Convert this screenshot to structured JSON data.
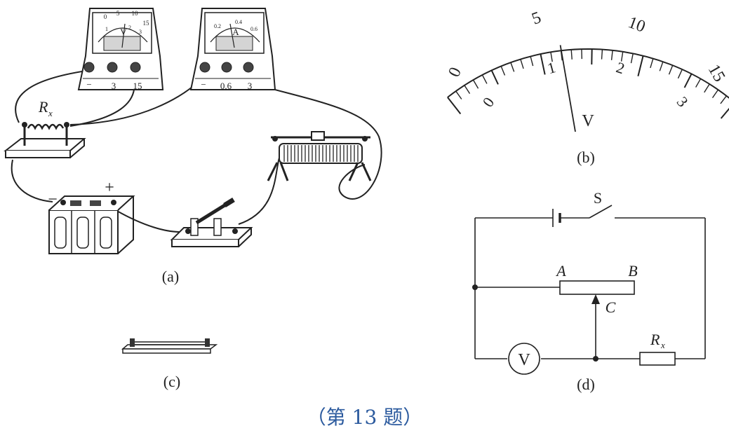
{
  "figure_a": {
    "caption": "(a)",
    "resistor_label": "R",
    "resistor_sub": "x",
    "battery_plus": "+",
    "battery_minus": "−",
    "voltmeter": {
      "unit": "V",
      "scale_top": [
        "0",
        "5",
        "10",
        "15"
      ],
      "scale_bottom": [
        "1",
        "2",
        "3"
      ],
      "terminals": [
        "−",
        "3",
        "15"
      ]
    },
    "ammeter": {
      "unit": "A",
      "scale_top": [
        "0.2",
        "0.4",
        "0.6"
      ],
      "terminals": [
        "−",
        "0.6",
        "3"
      ]
    }
  },
  "figure_b": {
    "caption": "(b)",
    "unit": "V",
    "outer_labels": [
      "0",
      "5",
      "10",
      "15"
    ],
    "inner_labels": [
      "0",
      "1",
      "2",
      "3"
    ],
    "needle_reading": 1.2
  },
  "figure_c": {
    "caption": "(c)"
  },
  "figure_d": {
    "caption": "(d)",
    "switch_label": "S",
    "point_a": "A",
    "point_b": "B",
    "point_c": "C",
    "voltmeter_label": "V",
    "resistor_label": "R",
    "resistor_sub": "x"
  },
  "caption_main": "（第 13 题）"
}
